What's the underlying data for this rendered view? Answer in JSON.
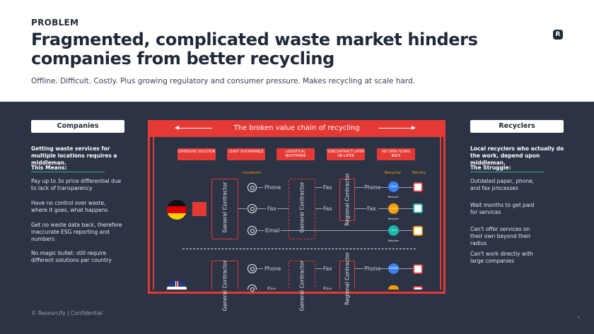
{
  "header": {
    "kicker": "PROBLEM",
    "title": "Fragmented, complicated waste market hinders companies from better recycling",
    "subtitle": "Offline. Difficult. Costly. Plus growing regulatory and consumer pressure. Makes recycling at scale hard.",
    "logo": "R"
  },
  "companies": {
    "heading": "Companies",
    "intro": "Getting waste services for multiple locations requires a middleman.",
    "sub": "This Means:",
    "points": [
      "Pay up to 3x price differential due to lack of transparency",
      "Have no control over waste, where it goes, what happens",
      "Get no waste data back, therefore inaccurate ESG reporting and numbers",
      "No magic bullet: still require different solutions per country"
    ]
  },
  "recyclers": {
    "heading": "Recyclers",
    "intro": "Local recyclers who actually do the work, depend upon middleman.",
    "sub": "The Struggle:",
    "points": [
      "Outdated paper, phone, and fax processes",
      "Wait months to get paid for services",
      "Can't offer services on their own beyond their radius",
      "Can't work directly with large companies"
    ]
  },
  "diagram": {
    "title": "The broken value chain of recycling",
    "tags": [
      "EXPENSIVE SOLUTION",
      "LEAST SUSTAINABLE",
      "LOGISTICAL NIGHTMARE",
      "SUBCONTRACT LAYER ON LAYER",
      "NO DATA FLOWS BACK"
    ],
    "col_locations": "Locations",
    "col_recycler": "Recycler",
    "col_facility": "Facility",
    "general_contractor": "General Contractor",
    "regional_contractor": "Regional Contractor",
    "rows_top": [
      {
        "channel": "Phone",
        "mid": "Fax",
        "right": "Phone",
        "recycler": "Local Recycler",
        "dot_color": "#3b82f6",
        "fac_color": "#e53935"
      },
      {
        "channel": "Fax",
        "mid": "Fax",
        "right": "Fax",
        "recycler": "Local Recycler",
        "dot_color": "#f59e0b",
        "fac_color": "#14b8a6"
      },
      {
        "channel": "Email",
        "mid": "",
        "right": "",
        "recycler": "Local Recycler",
        "dot_color": "#14b8a6",
        "fac_color": "#f59e0b"
      }
    ],
    "rows_bottom": [
      {
        "channel": "Phone",
        "mid": "Fax",
        "right": "Phone",
        "recycler": "Local",
        "dot_color": "#3b82f6",
        "fac_color": "#e53935"
      },
      {
        "channel": "Fax",
        "mid": "Fax",
        "right": "",
        "recycler": "",
        "dot_color": "#f59e0b",
        "fac_color": "#e53935"
      }
    ]
  },
  "footer": {
    "text": "© Resourcify | Confidential",
    "page": "4"
  }
}
